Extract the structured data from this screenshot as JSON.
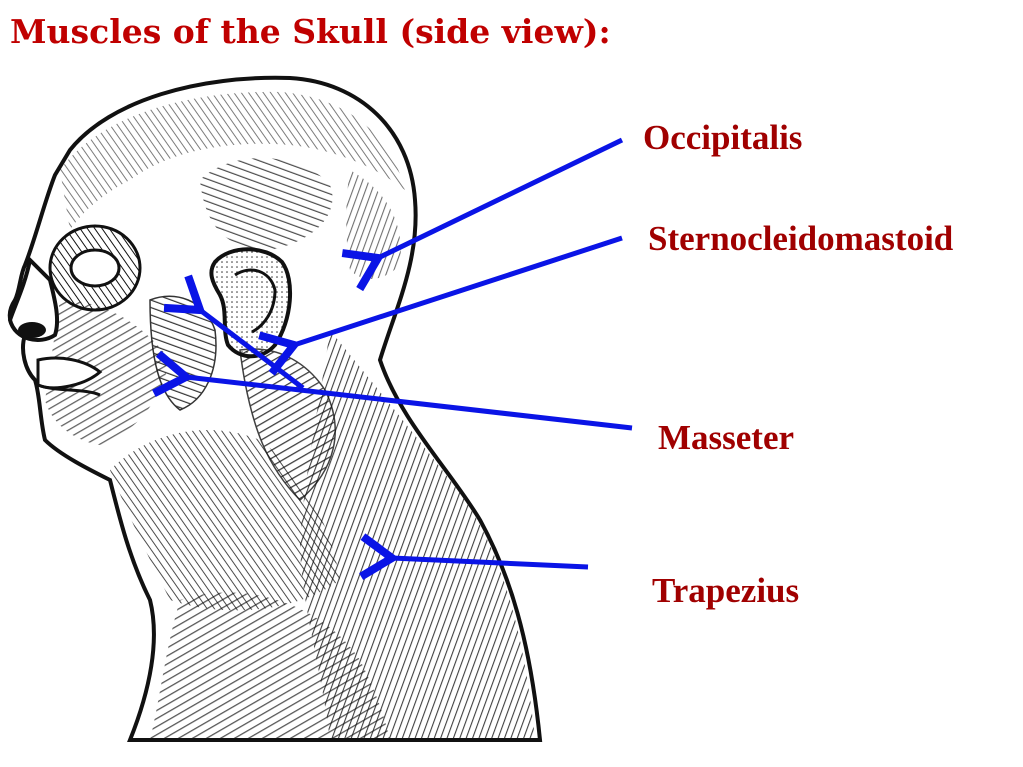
{
  "title": "Muscles of the Skull (side view):",
  "labels": {
    "occipitalis": "Occipitalis",
    "sternocleidomastoid": "Sternocleidomastoid",
    "masseter": "Masseter",
    "trapezius": "Trapezius"
  },
  "colors": {
    "title": "#c00000",
    "label": "#a00000",
    "arrow": "#0a14e6",
    "ink": "#111111"
  }
}
